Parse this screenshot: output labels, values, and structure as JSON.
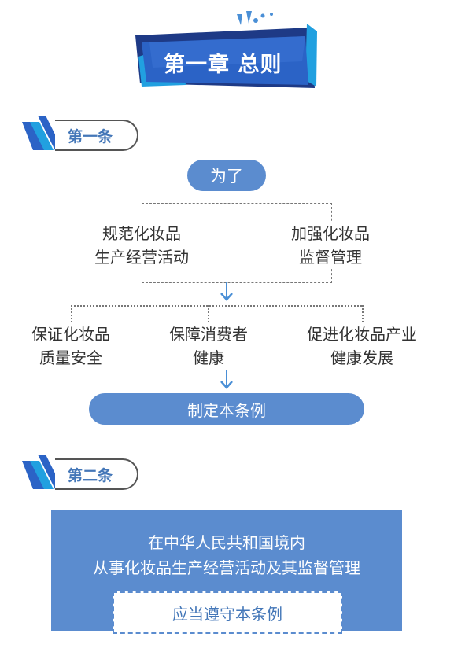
{
  "chapter": {
    "title": "第一章 总则"
  },
  "article1": {
    "label": "第一条",
    "start": "为了",
    "row1": [
      {
        "line1": "规范化妆品",
        "line2": "生产经营活动"
      },
      {
        "line1": "加强化妆品",
        "line2": "监督管理"
      }
    ],
    "row2": [
      {
        "line1": "保证化妆品",
        "line2": "质量安全"
      },
      {
        "line1": "保障消费者",
        "line2": "健康"
      },
      {
        "line1": "促进化妆品产业",
        "line2": "健康发展"
      }
    ],
    "result": "制定本条例"
  },
  "article2": {
    "label": "第二条",
    "line1": "在中华人民共和国境内",
    "line2": "从事化妆品生产经营活动及其监督管理",
    "conclusion": "应当遵守本条例"
  },
  "colors": {
    "accent": "#5b8ccf",
    "dark_blue": "#1f3f8a",
    "label_blue": "#4477b8"
  }
}
